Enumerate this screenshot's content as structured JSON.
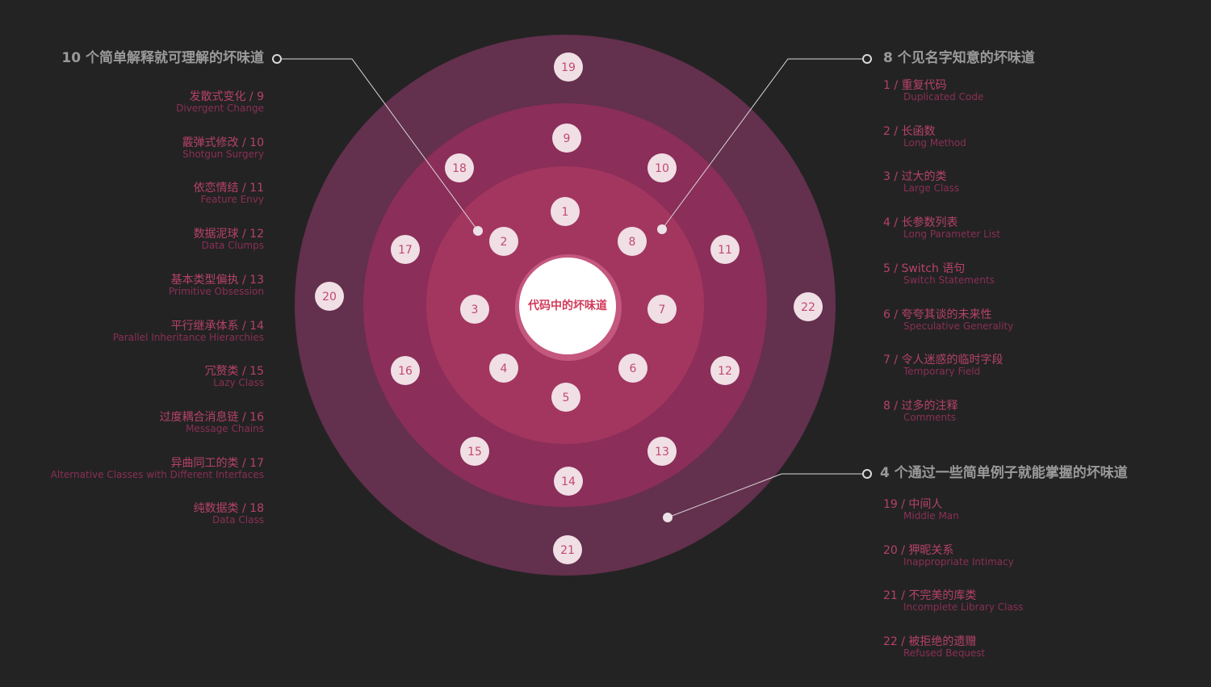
{
  "center_title": "代码中的坏味道",
  "colors": {
    "background": "#232323",
    "ring_outer": "#63304d",
    "ring_mid2": "#8b2e59",
    "ring_mid1": "#a3365f",
    "ring_inner": "#b5426a",
    "node_fill": "#f0dfe4",
    "node_text": "#c04a70",
    "title_text": "#9a9a9a",
    "item_text": "#b5426a"
  },
  "groups": {
    "left": {
      "title": "10 个简单解释就可理解的坏味道",
      "items": [
        {
          "cn": "发散式变化 / 9",
          "en": "Divergent Change"
        },
        {
          "cn": "霰弹式修改 / 10",
          "en": "Shotgun Surgery"
        },
        {
          "cn": "依恋情结 / 11",
          "en": "Feature Envy"
        },
        {
          "cn": "数据泥球 / 12",
          "en": "Data Clumps"
        },
        {
          "cn": "基本类型偏执 / 13",
          "en": "Primitive Obsession"
        },
        {
          "cn": "平行继承体系 / 14",
          "en": "Parallel Inheritance Hierarchies"
        },
        {
          "cn": "冗赘类 / 15",
          "en": "Lazy Class"
        },
        {
          "cn": "过度耦合消息链 / 16",
          "en": "Message Chains"
        },
        {
          "cn": "异曲同工的类 / 17",
          "en": "Alternative Classes with Different Interfaces"
        },
        {
          "cn": "纯数据类 / 18",
          "en": "Data Class"
        }
      ]
    },
    "right_top": {
      "title": "8 个见名字知意的坏味道",
      "items": [
        {
          "cn": "1 / 重复代码",
          "en": "Duplicated Code"
        },
        {
          "cn": "2 / 长函数",
          "en": "Long Method"
        },
        {
          "cn": "3 / 过大的类",
          "en": "Large Class"
        },
        {
          "cn": "4 / 长参数列表",
          "en": "Long Parameter List"
        },
        {
          "cn": "5 / Switch 语句",
          "en": "Switch Statements"
        },
        {
          "cn": "6 / 夸夸其谈的未来性",
          "en": "Speculative Generality"
        },
        {
          "cn": "7 / 令人迷惑的临时字段",
          "en": "Temporary Field"
        },
        {
          "cn": "8 / 过多的注释",
          "en": "Comments"
        }
      ]
    },
    "right_bottom": {
      "title": "4 个通过一些简单例子就能掌握的坏味道",
      "items": [
        {
          "cn": "19 / 中间人",
          "en": "Middle Man"
        },
        {
          "cn": "20 / 狎昵关系",
          "en": "Inappropriate Intimacy"
        },
        {
          "cn": "21 / 不完美的库类",
          "en": "Incomplete Library Class"
        },
        {
          "cn": "22 / 被拒绝的遗赠",
          "en": "Refused Bequest"
        }
      ]
    }
  },
  "nodes": [
    {
      "label": "1",
      "ring": 1
    },
    {
      "label": "2",
      "ring": 1
    },
    {
      "label": "3",
      "ring": 1
    },
    {
      "label": "4",
      "ring": 1
    },
    {
      "label": "5",
      "ring": 1
    },
    {
      "label": "6",
      "ring": 1
    },
    {
      "label": "7",
      "ring": 1
    },
    {
      "label": "8",
      "ring": 1
    },
    {
      "label": "9",
      "ring": 2
    },
    {
      "label": "10",
      "ring": 2
    },
    {
      "label": "11",
      "ring": 2
    },
    {
      "label": "12",
      "ring": 2
    },
    {
      "label": "13",
      "ring": 2
    },
    {
      "label": "14",
      "ring": 2
    },
    {
      "label": "15",
      "ring": 2
    },
    {
      "label": "16",
      "ring": 2
    },
    {
      "label": "17",
      "ring": 2
    },
    {
      "label": "18",
      "ring": 2
    },
    {
      "label": "19",
      "ring": 3
    },
    {
      "label": "20",
      "ring": 3
    },
    {
      "label": "21",
      "ring": 3
    },
    {
      "label": "22",
      "ring": 3
    }
  ]
}
